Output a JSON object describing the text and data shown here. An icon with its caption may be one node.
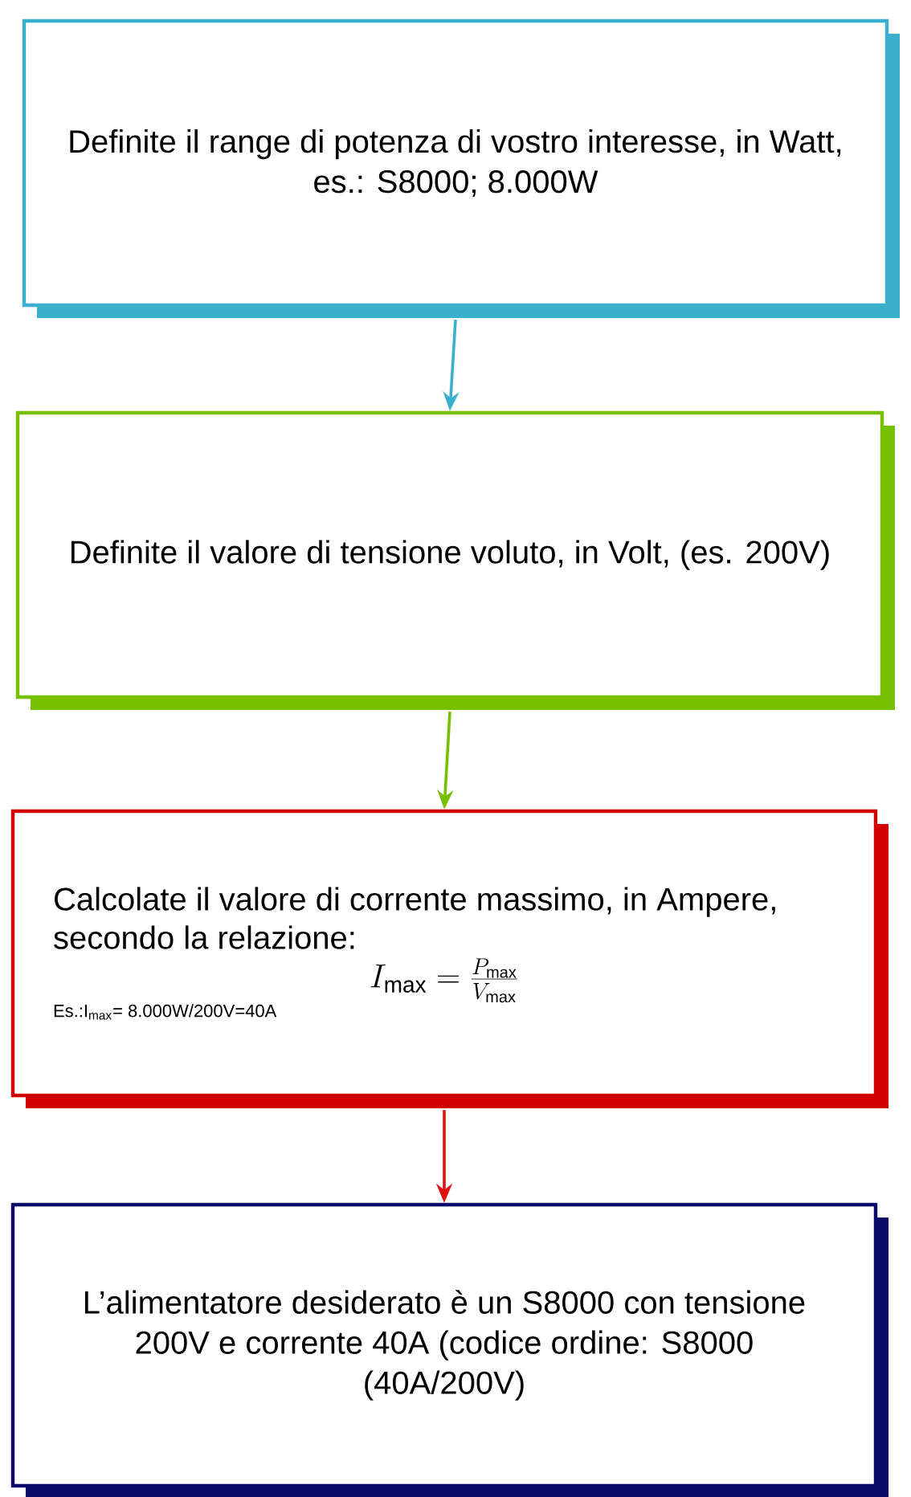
{
  "diagram": {
    "nodes": [
      {
        "text": [
          "Definite il range di potenza di vostro interesse, in Watt, es.: S8000; 8.000W"
        ]
      },
      {
        "text": [
          "Definite il valore di tensione voluto, in Volt, (es. 200V)"
        ]
      },
      {
        "text": [
          "Calcolate il valore di corrente massimo, in Ampere, secondo la relazione:",
          "I_{\\mathrm{max}} = \\frac{P_{\\mathrm{max}}}{V_{\\mathrm{max}}}",
          "Es.:I$_{max}$= 8.000W/200V=40A"
        ]
      },
      {
        "text": [
          "L’alimentatore desiderato è un S8000 con tensione 200V e corrente 40A (codice ordine: S8000 (40A/200V)"
        ]
      }
    ],
    "edges": [
      {
        "from": 0,
        "to": 1,
        "arrow": "to",
        "color": "#3bb0cc"
      },
      {
        "from": 1,
        "to": 2,
        "arrow": "to",
        "color": "#77c000"
      },
      {
        "from": 2,
        "to": 3,
        "arrow": "to",
        "color": "#e01010"
      }
    ]
  }
}
